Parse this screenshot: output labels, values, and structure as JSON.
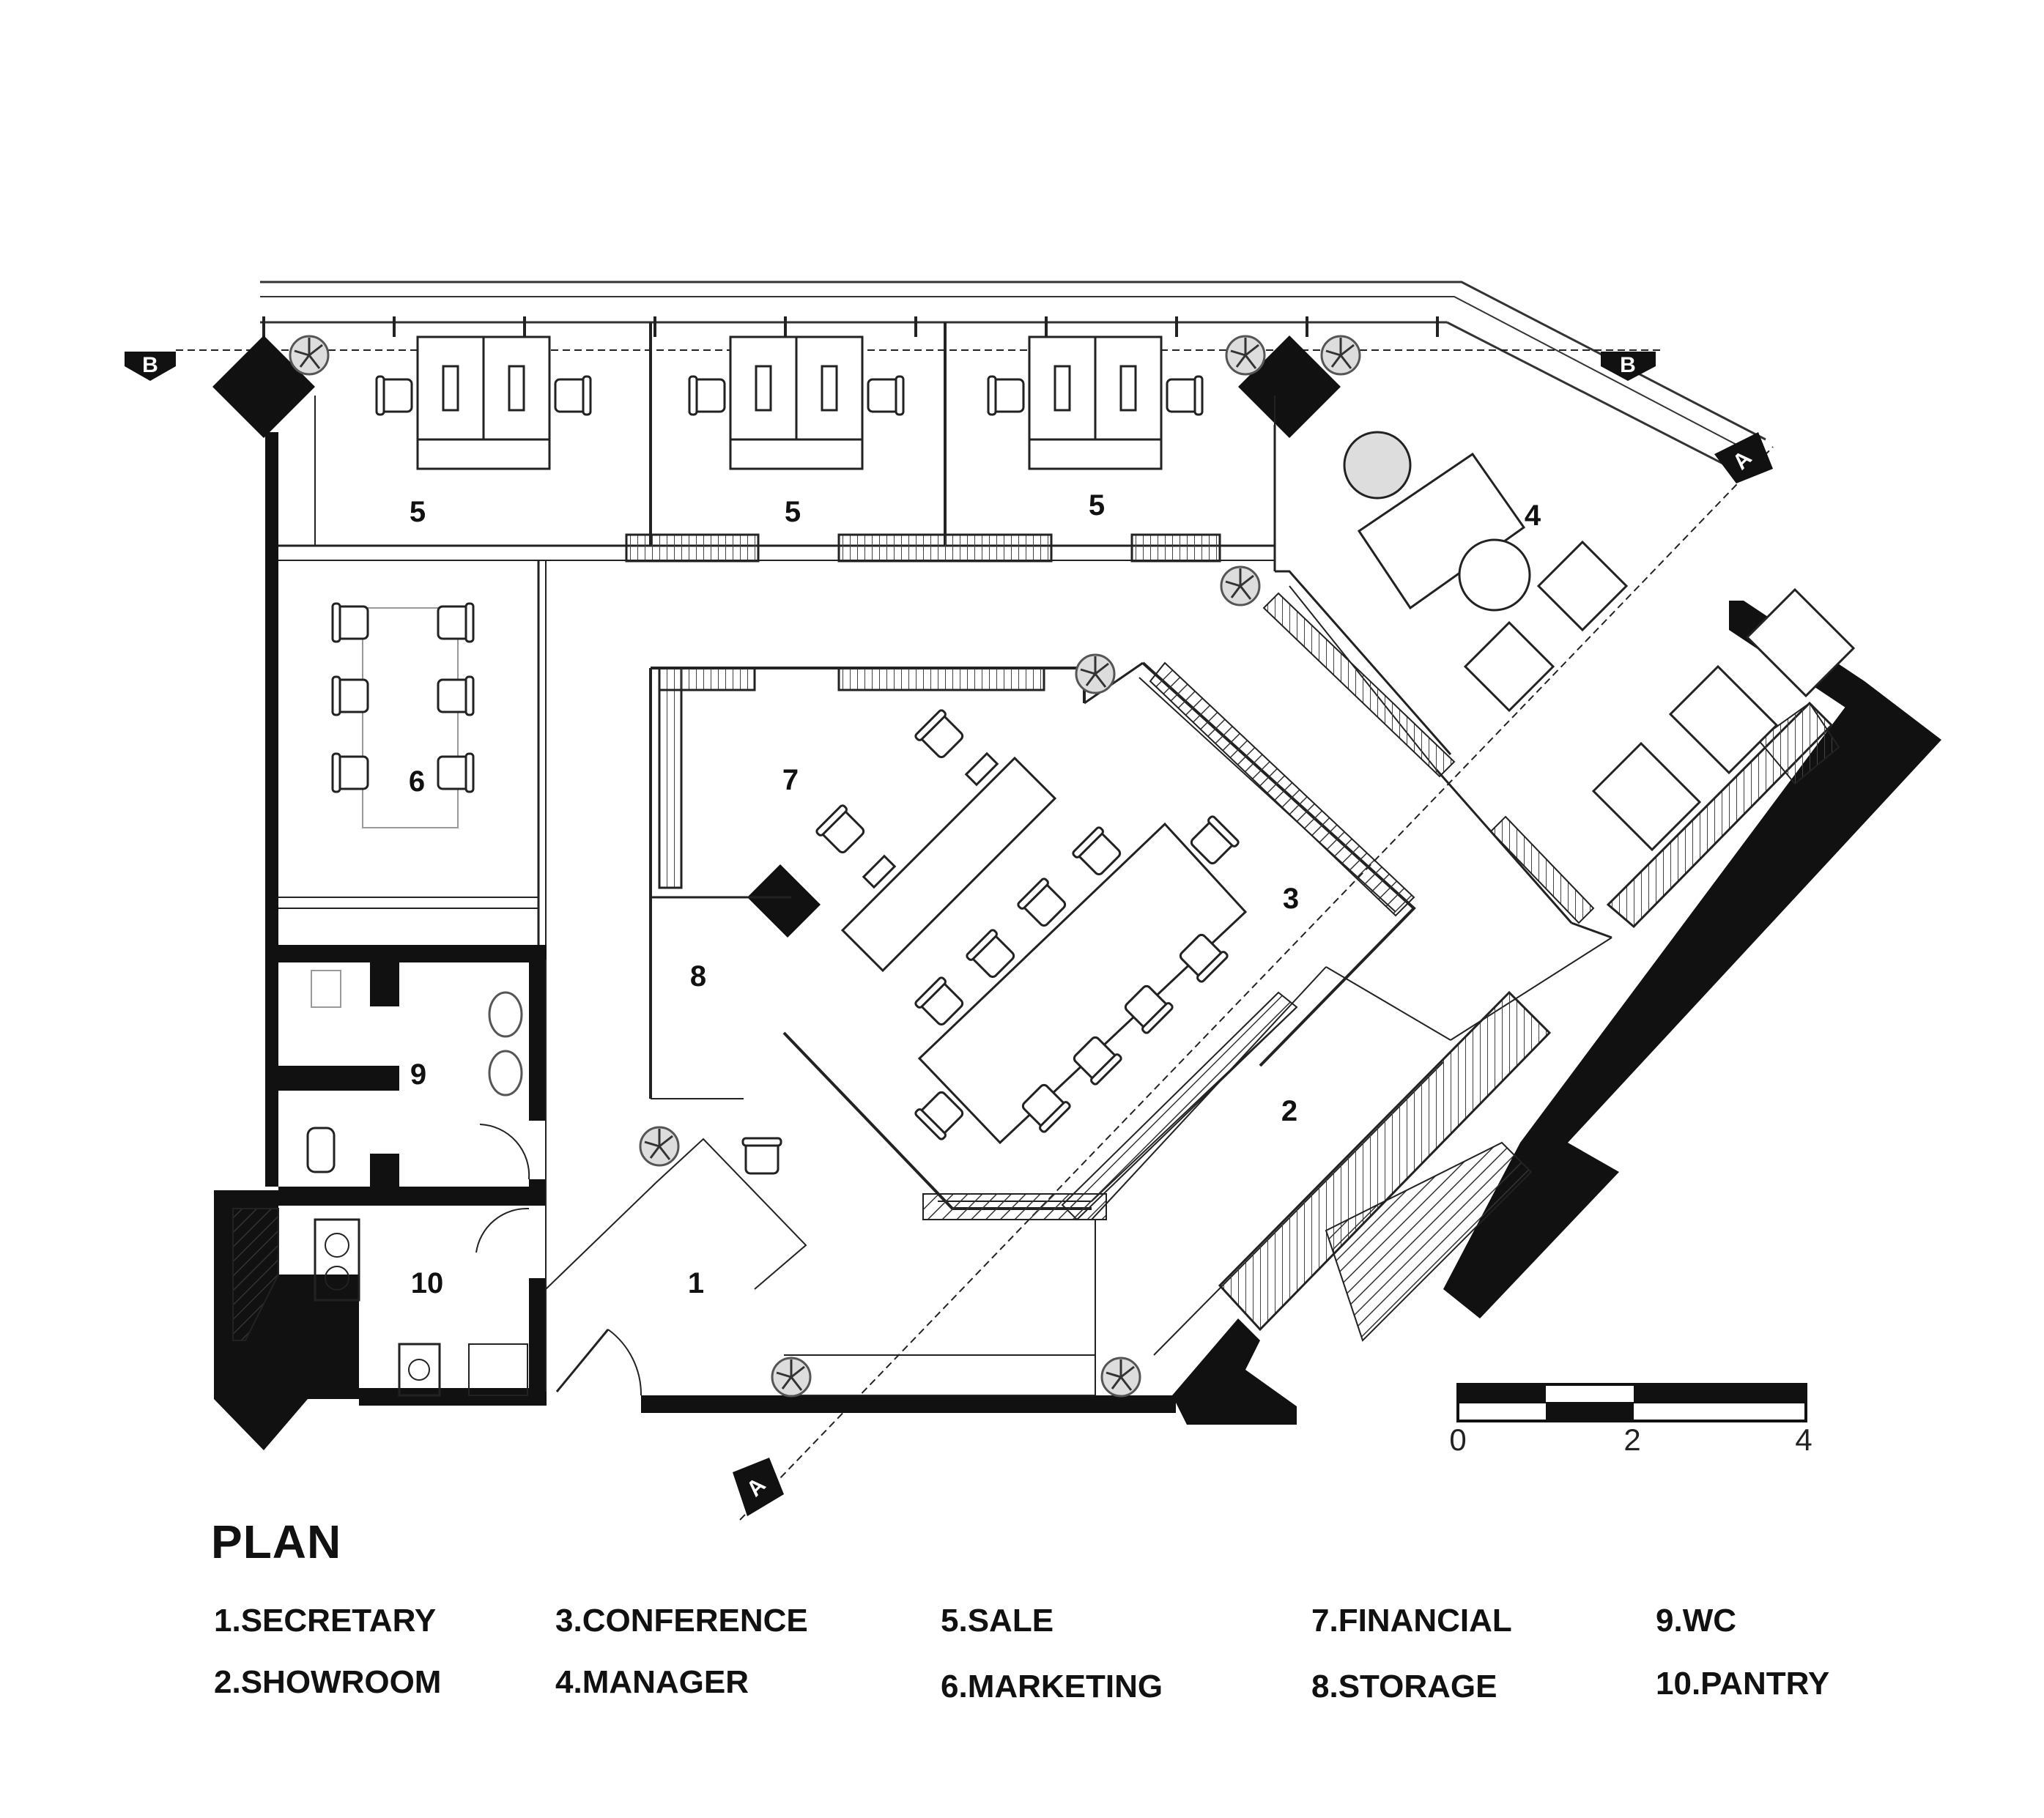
{
  "title": "PLAN",
  "section_markers": {
    "a": "A",
    "b": "B"
  },
  "rooms": [
    {
      "number": "1",
      "name": "SECRETARY"
    },
    {
      "number": "2",
      "name": "SHOWROOM"
    },
    {
      "number": "3",
      "name": "CONFERENCE"
    },
    {
      "number": "4",
      "name": "MANAGER"
    },
    {
      "number": "5",
      "name": "SALE"
    },
    {
      "number": "6",
      "name": "MARKETING"
    },
    {
      "number": "7",
      "name": "FINANCIAL"
    },
    {
      "number": "8",
      "name": "STORAGE"
    },
    {
      "number": "9",
      "name": "WC"
    },
    {
      "number": "10",
      "name": "PANTRY"
    }
  ],
  "legend": [
    "1.SECRETARY",
    "2.SHOWROOM",
    "3.CONFERENCE",
    "4.MANAGER",
    "5.SALE",
    "6.MARKETING",
    "7.FINANCIAL",
    "8.STORAGE",
    "9.WC",
    "10.PANTRY"
  ],
  "scale_bar": {
    "labels": [
      "0",
      "2",
      "4"
    ]
  },
  "colors": {
    "ink": "#111111",
    "paper": "#ffffff",
    "hatch": "#555555"
  }
}
